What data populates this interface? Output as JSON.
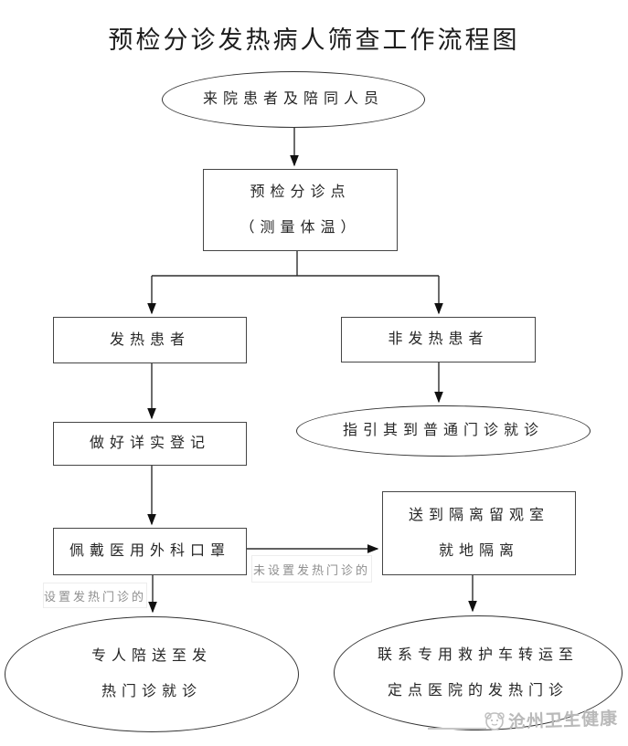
{
  "title": "预检分诊发热病人筛查工作流程图",
  "colors": {
    "line": "#2e2e2e",
    "rect_border": "#454545",
    "ellipse_border": "#333333",
    "edge_label_text": "#8f8f8f",
    "watermark": "#b9b9b9"
  },
  "nodes": {
    "arrival": {
      "label": "来院患者及陪同人员"
    },
    "triage": {
      "line1": "预检分诊点",
      "line2": "（测量体温）"
    },
    "fever": {
      "label": "发热患者"
    },
    "non_fever": {
      "label": "非发热患者"
    },
    "registration": {
      "label": "做好详实登记"
    },
    "guide_outpatient": {
      "label": "指引其到普通门诊就诊"
    },
    "mask": {
      "label": "佩戴医用外科口罩"
    },
    "isolation": {
      "line1": "送到隔离留观室",
      "line2": "就地隔离"
    },
    "escort": {
      "line1": "专人陪送至发",
      "line2": "热门诊就诊"
    },
    "ambulance": {
      "line1": "联系专用救护车转运至",
      "line2": "定点医院的发热门诊"
    }
  },
  "edge_labels": {
    "no_fever_clinic": "未设置发热门诊的",
    "has_fever_clinic": "设置发热门诊的"
  },
  "watermark": {
    "text": "沧州卫生健康",
    "logo_icon": "mascot-logo"
  }
}
